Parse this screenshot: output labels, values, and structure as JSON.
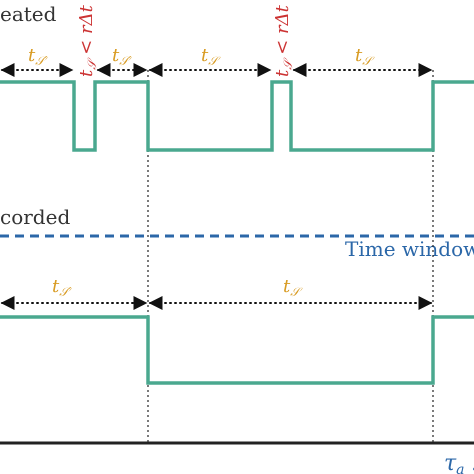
{
  "labels": {
    "top_partial": "eated",
    "middle_partial": "corded",
    "time_window": "Time window",
    "t_symbol": "t",
    "sub_s": "𝒮",
    "sub_sprime": "𝒮′",
    "ineq_t": "t",
    "ineq_sub": "𝒮",
    "ineq_rest": " < rΔt",
    "tau": "τ",
    "tau_sub": "a",
    "tau_tail": " :"
  },
  "colors": {
    "signal": "#4aa88f",
    "window": "#2b67a8",
    "gold": "#d89b22",
    "red": "#cc3333",
    "axis": "#222222",
    "guide": "#222222"
  }
}
